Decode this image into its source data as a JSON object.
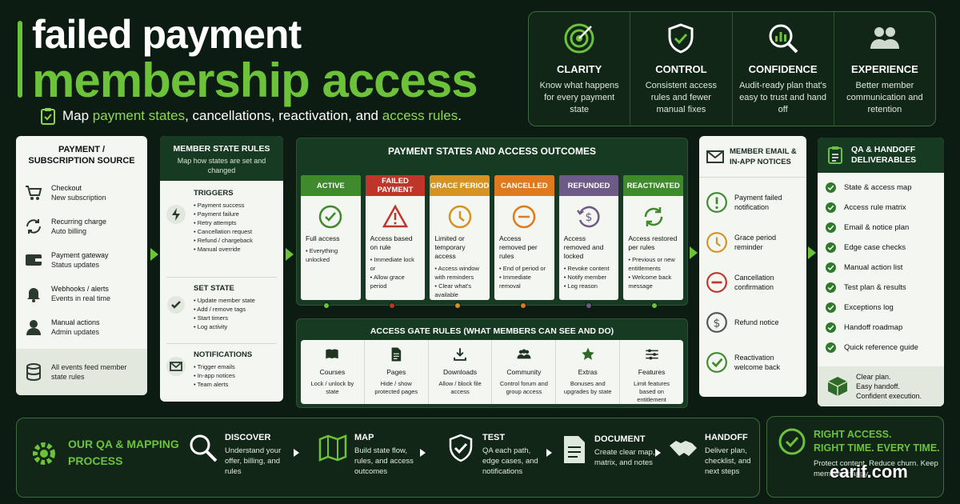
{
  "header": {
    "title_line1": "failed payment",
    "title_line2": "membership access",
    "subtitle_pre": "Map ",
    "subtitle_hl1": "payment states",
    "subtitle_mid": ", cancellations, reactivation, and ",
    "subtitle_hl2": "access rules",
    "subtitle_post": "."
  },
  "benefits": [
    {
      "title": "CLARITY",
      "desc": "Know what happens for every payment state"
    },
    {
      "title": "CONTROL",
      "desc": "Consistent access rules and fewer manual fixes"
    },
    {
      "title": "CONFIDENCE",
      "desc": "Audit-ready plan that's easy to trust and hand off"
    },
    {
      "title": "EXPERIENCE",
      "desc": "Better member communication and retention"
    }
  ],
  "source": {
    "title": "PAYMENT / SUBSCRIPTION SOURCE",
    "items": [
      {
        "name": "Checkout",
        "desc": "New subscription"
      },
      {
        "name": "Recurring charge",
        "desc": "Auto billing"
      },
      {
        "name": "Payment gateway",
        "desc": "Status updates"
      },
      {
        "name": "Webhooks / alerts",
        "desc": "Events in real time"
      },
      {
        "name": "Manual actions",
        "desc": "Admin updates"
      }
    ],
    "footer": "All events feed member state rules"
  },
  "rules": {
    "title": "MEMBER STATE RULES",
    "subtitle": "Map how states are set and changed",
    "triggers_title": "TRIGGERS",
    "triggers": [
      "Payment success",
      "Payment failure",
      "Retry attempts",
      "Cancellation request",
      "Refund / chargeback",
      "Manual override"
    ],
    "set_title": "SET STATE",
    "set": [
      "Update member state",
      "Add / remove tags",
      "Start timers",
      "Log activity"
    ],
    "notif_title": "NOTIFICATIONS",
    "notif": [
      "Trigger emails",
      "In-app notices",
      "Team alerts"
    ]
  },
  "states": {
    "title": "PAYMENT STATES AND ACCESS OUTCOMES",
    "items": [
      {
        "name": "ACTIVE",
        "color": "#3f8a2c",
        "outcome": "Full access",
        "bullets": [
          "Everything unlocked"
        ]
      },
      {
        "name": "FAILED PAYMENT",
        "color": "#c0352a",
        "outcome": "Access based on rule",
        "bullets": [
          "Immediate lock or",
          "Allow grace period"
        ]
      },
      {
        "name": "GRACE PERIOD",
        "color": "#d49322",
        "outcome": "Limited or temporary access",
        "bullets": [
          "Access window with reminders",
          "Clear what's available"
        ]
      },
      {
        "name": "CANCELLED",
        "color": "#e07a1e",
        "outcome": "Access removed per rules",
        "bullets": [
          "End of period or",
          "Immediate removal"
        ]
      },
      {
        "name": "REFUNDED",
        "color": "#6e5a86",
        "outcome": "Access removed and locked",
        "bullets": [
          "Revoke content",
          "Notify member",
          "Log reason"
        ]
      },
      {
        "name": "REACTIVATED",
        "color": "#3f8a2c",
        "outcome": "Access restored per rules",
        "bullets": [
          "Previous or new entitlements",
          "Welcome back message"
        ]
      }
    ]
  },
  "gates": {
    "title": "ACCESS GATE RULES (WHAT MEMBERS CAN SEE AND DO)",
    "items": [
      {
        "name": "Courses",
        "desc": "Lock / unlock by state"
      },
      {
        "name": "Pages",
        "desc": "Hide / show protected pages"
      },
      {
        "name": "Downloads",
        "desc": "Allow / block file access"
      },
      {
        "name": "Community",
        "desc": "Control forum and group access"
      },
      {
        "name": "Extras",
        "desc": "Bonuses and upgrades by state"
      },
      {
        "name": "Features",
        "desc": "Limit features based on entitlement"
      }
    ]
  },
  "notices": {
    "title": "MEMBER EMAIL & IN-APP NOTICES",
    "items": [
      {
        "label": "Payment failed notification",
        "color": "#3f8a2c"
      },
      {
        "label": "Grace period reminder",
        "color": "#d49322"
      },
      {
        "label": "Cancellation confirmation",
        "color": "#c0352a"
      },
      {
        "label": "Refund notice",
        "color": "#555555"
      },
      {
        "label": "Reactivation welcome back",
        "color": "#3f8a2c"
      }
    ]
  },
  "deliverables": {
    "title": "QA & HANDOFF DELIVERABLES",
    "items": [
      "State & access map",
      "Access rule matrix",
      "Email & notice plan",
      "Edge case checks",
      "Manual action list",
      "Test plan & results",
      "Exceptions log",
      "Handoff roadmap",
      "Quick reference guide"
    ],
    "footer": [
      "Clear plan.",
      "Easy handoff.",
      "Confident execution."
    ]
  },
  "process": {
    "title": "OUR QA & MAPPING PROCESS",
    "steps": [
      {
        "name": "DISCOVER",
        "desc": "Understand your offer, billing, and rules"
      },
      {
        "name": "MAP",
        "desc": "Build state flow, rules, and access outcomes"
      },
      {
        "name": "TEST",
        "desc": "QA each path, edge cases, and notifications"
      },
      {
        "name": "DOCUMENT",
        "desc": "Create clear map, matrix, and notes"
      },
      {
        "name": "HANDOFF",
        "desc": "Deliver plan, checklist, and next steps"
      }
    ]
  },
  "tagline": {
    "line1": "RIGHT ACCESS.",
    "line2": "RIGHT TIME. EVERY TIME.",
    "desc": "Protect content. Reduce churn. Keep members happy.",
    "watermark": "earif.com"
  }
}
